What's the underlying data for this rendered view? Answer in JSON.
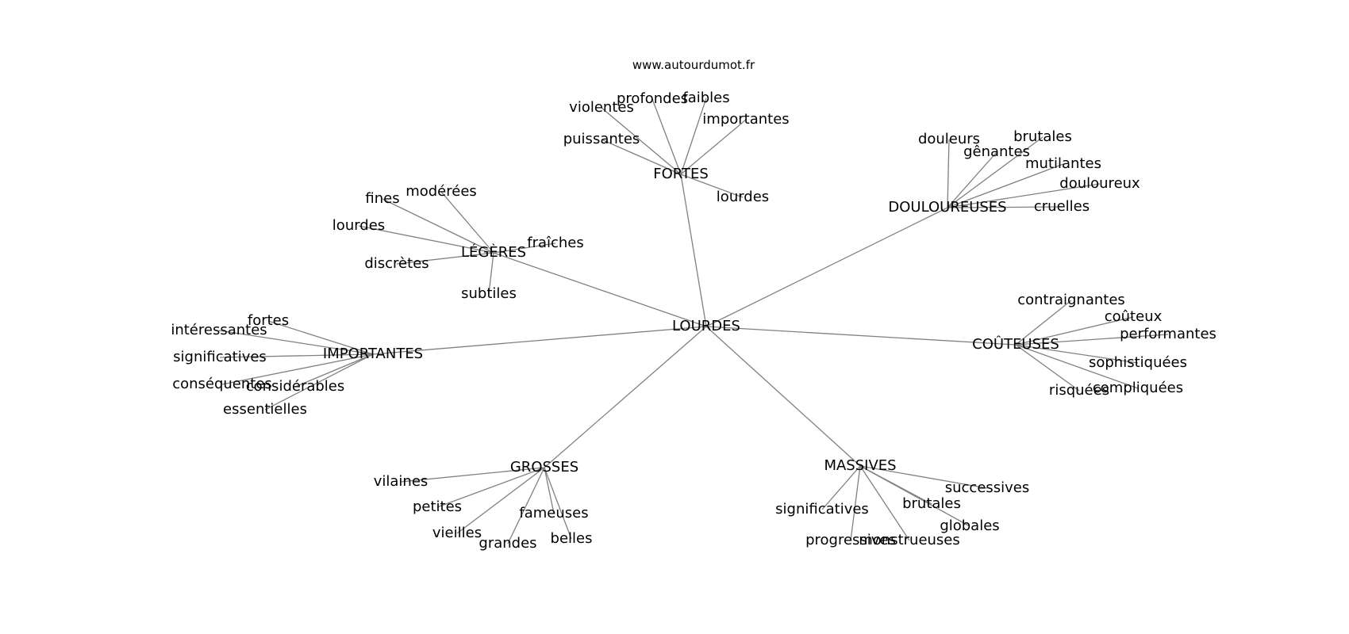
{
  "watermark": "www.autourdumot.fr",
  "center": "LOURDES",
  "groups": [
    {
      "hub": "FORTES",
      "words": [
        "violentes",
        "profondes",
        "faibles",
        "importantes",
        "puissantes",
        "lourdes"
      ]
    },
    {
      "hub": "DOULOUREUSES",
      "words": [
        "douleurs",
        "brutales",
        "gênantes",
        "mutilantes",
        "douloureux",
        "cruelles"
      ]
    },
    {
      "hub": "LÉGÈRES",
      "words": [
        "fines",
        "modérées",
        "lourdes",
        "fraîches",
        "discrètes",
        "subtiles"
      ]
    },
    {
      "hub": "IMPORTANTES",
      "words": [
        "fortes",
        "intéressantes",
        "significatives",
        "conséquentes",
        "considérables",
        "essentielles"
      ]
    },
    {
      "hub": "COÛTEUSES",
      "words": [
        "contraignantes",
        "coûteux",
        "performantes",
        "sophistiquées",
        "risquées",
        "compliquées"
      ]
    },
    {
      "hub": "GROSSES",
      "words": [
        "vilaines",
        "petites",
        "fameuses",
        "vieilles",
        "grandes",
        "belles"
      ]
    },
    {
      "hub": "MASSIVES",
      "words": [
        "successives",
        "significatives",
        "brutales",
        "globales",
        "progressives",
        "monstrueuses"
      ]
    }
  ],
  "colors": {
    "edge": "#808080",
    "text": "#000000",
    "background": "#ffffff"
  }
}
